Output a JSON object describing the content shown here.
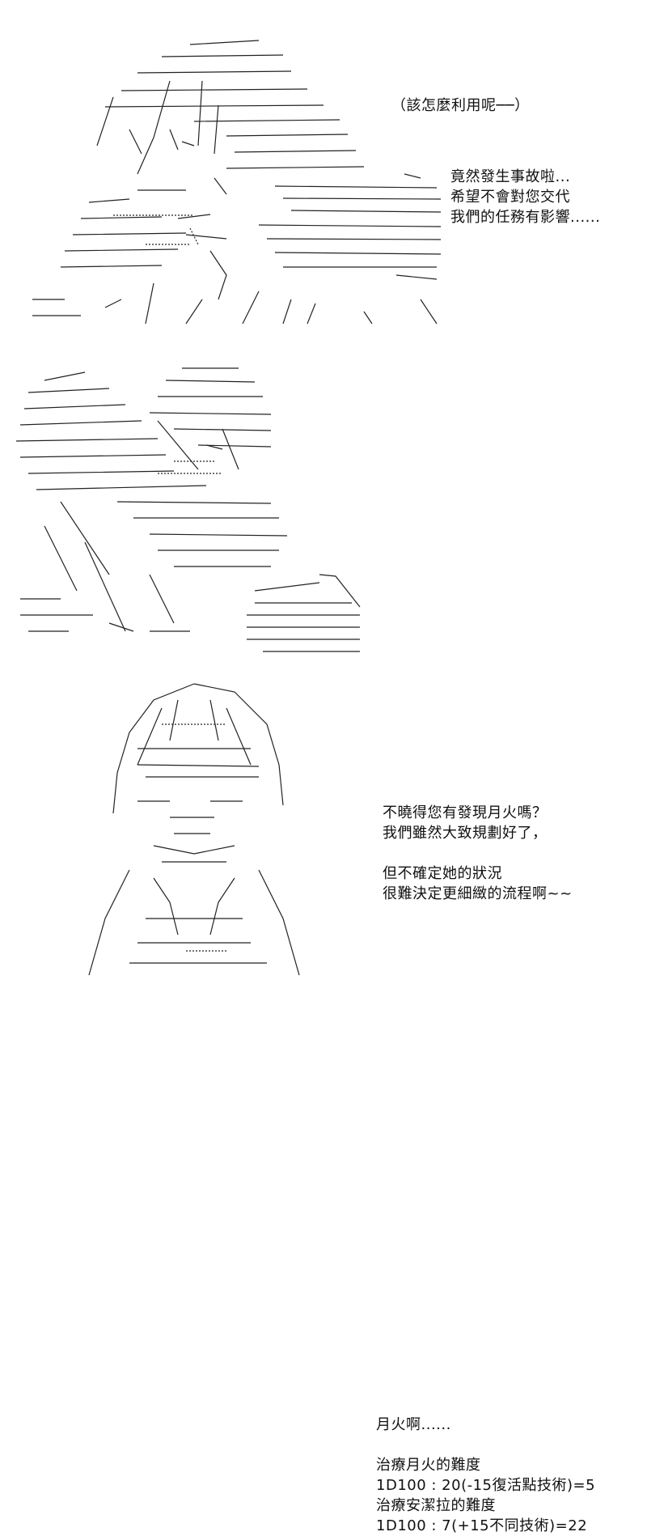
{
  "panels": [
    {
      "art": "ascii-art-character-with-long-hair",
      "thought": "（該怎麼利用呢──）",
      "speech": "竟然發生事故啦...\n希望不會對您交代\n我們的任務有影響......"
    },
    {
      "art": "ascii-art-character-with-wings",
      "speech": "不曉得您有發現月火嗎？\n我們雖然大致規劃好了，\n\n但不確定她的狀況\n很難決定更細緻的流程啊~~"
    },
    {
      "art": "ascii-art-sleeping-girl",
      "speech": "月火啊......\n\n治療月火的難度\n1D100 : 20(-15復活點技術)=5\n治療安潔拉的難度\n1D100 : 7(+15不同技術)=22"
    }
  ],
  "colors": {
    "ink": "#111111",
    "background": "#ffffff"
  }
}
